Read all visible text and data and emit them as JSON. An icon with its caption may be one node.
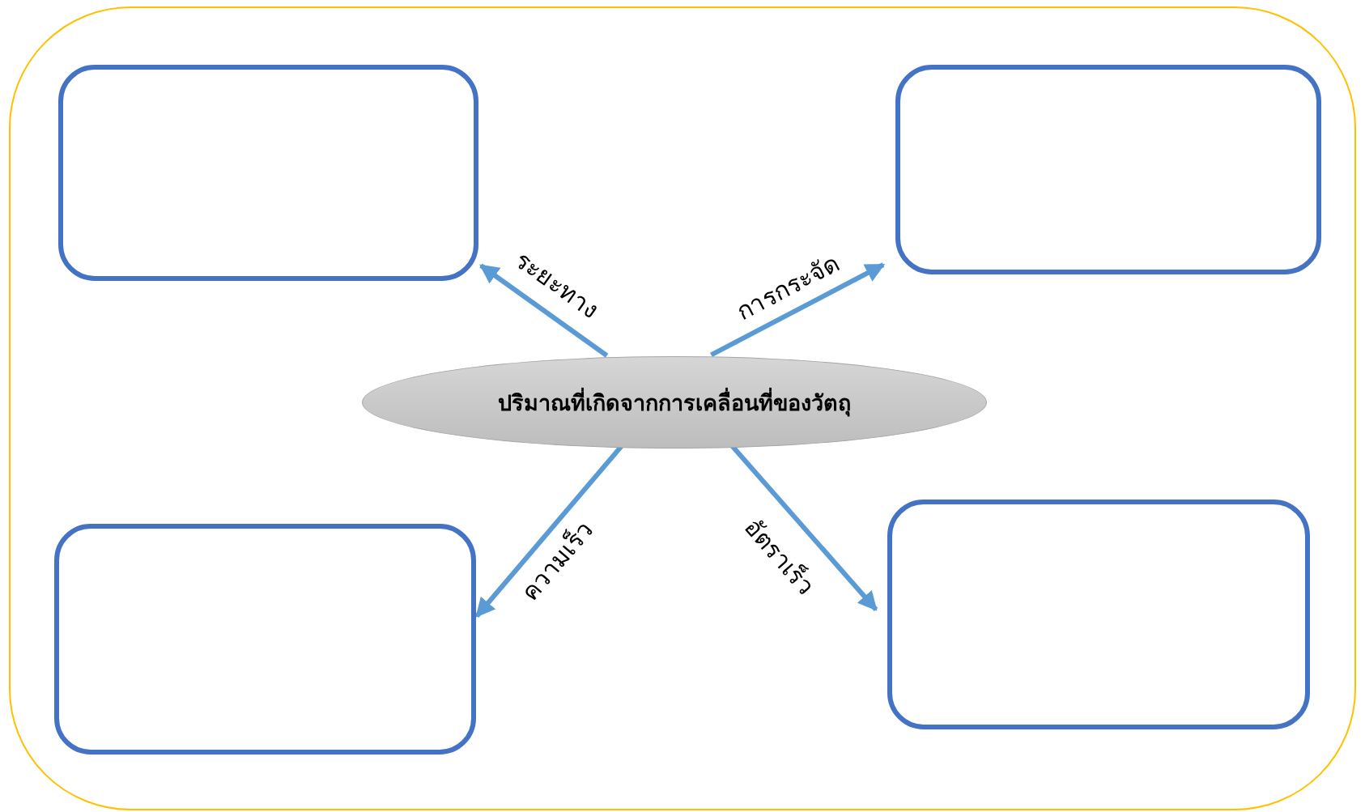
{
  "diagram": {
    "nodes": [
      {
        "text": [],
        "shape": "box"
      },
      {
        "text": [],
        "shape": "box",
        "in": 0
      },
      {
        "text": [],
        "shape": "box",
        "in": 0
      },
      {
        "text": [
          "ปริมาณที่เกิดจากการเคลื่อนที่ของวัตถุ"
        ],
        "in": 0
      },
      {
        "text": [],
        "shape": "box",
        "in": 0
      },
      {
        "text": [],
        "shape": "box",
        "in": 0
      }
    ],
    "edges": [
      {
        "from": 3,
        "to": 1,
        "arrow": "to",
        "label": "ระยะทาง"
      },
      {
        "from": 3,
        "to": 2,
        "arrow": "to",
        "label": "การกระจัด"
      },
      {
        "from": 3,
        "to": 4,
        "arrow": "to",
        "label": "ความเร็ว"
      },
      {
        "from": 3,
        "to": 5,
        "arrow": "to",
        "label": "อัตราเร็ว"
      }
    ]
  }
}
